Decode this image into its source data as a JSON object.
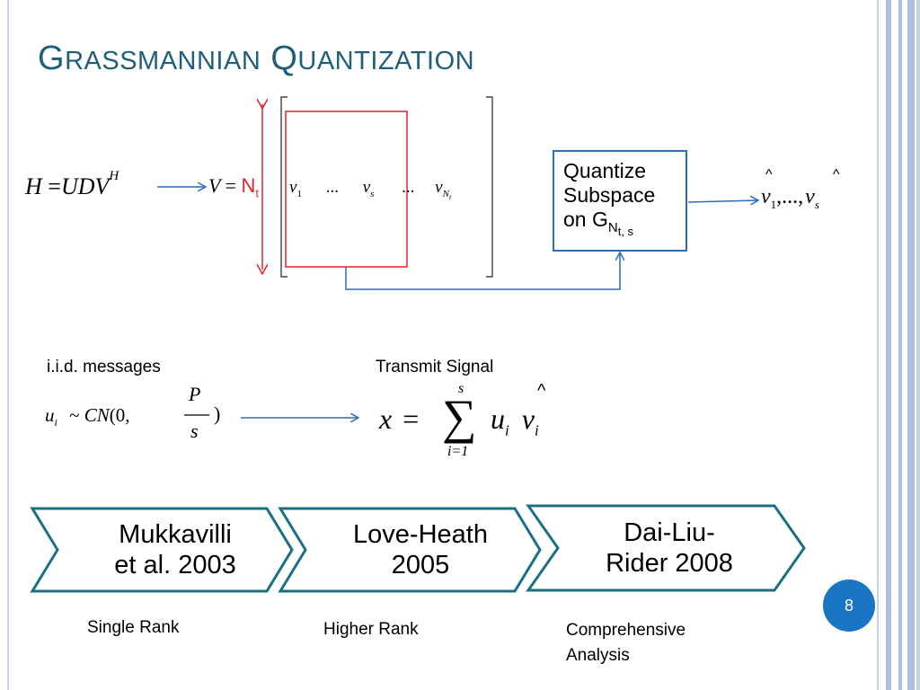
{
  "title": {
    "first_initial": "G",
    "first_rest": "rassmannian",
    "second_initial": "Q",
    "second_rest": "uantization"
  },
  "equations": {
    "channel": {
      "lhs": "H",
      "eq": "=",
      "rhs": "UDV",
      "sup": "H"
    },
    "v_def": {
      "v": "V",
      "eq": "=",
      "n": "N",
      "n_sub": "t"
    },
    "matrix": {
      "v1": "v",
      "v1_sub": "1",
      "dots1": "...",
      "vs": "v",
      "vs_sub": "s",
      "dots2": "...",
      "vnt": "v",
      "vnt_sub": "N",
      "vnt_subsub": "t"
    },
    "output": {
      "hat": "^",
      "v": "v",
      "sub1": "1",
      "mid": ",...,",
      "subs": "s"
    },
    "iid": {
      "u": "u",
      "u_sub": "i",
      "tilde": "~",
      "cn": "CN",
      "args": "(0,",
      "num": "P",
      "den": "s",
      "close": ")"
    },
    "transmit": {
      "x": "x",
      "eq": "=",
      "top": "s",
      "sigma": "∑",
      "bottom": "i=1",
      "u": "u",
      "u_sub": "i",
      "hat": "^",
      "v": "v",
      "v_sub": "i"
    }
  },
  "quantize_box": {
    "line1": "Quantize",
    "line2": "Subspace",
    "line3": "on G",
    "line3_sub": "N",
    "line3_subsub": "t, s"
  },
  "labels": {
    "iid": "i.i.d. messages",
    "transmit": "Transmit Signal"
  },
  "timeline": [
    {
      "line1": "Mukkavilli",
      "line2": "et al. 2003",
      "caption": "Single Rank"
    },
    {
      "line1": "Love-Heath",
      "line2": "2005",
      "caption": "Higher Rank"
    },
    {
      "line1": "Dai-Liu-",
      "line2": "Rider 2008",
      "caption_line1": "Comprehensive",
      "caption_line2": "Analysis"
    }
  ],
  "page_number": "8",
  "colors": {
    "title": "#1f5f7a",
    "arrow": "#2e6bb8",
    "red": "#e0242a",
    "chevron": "#1d6f83",
    "badge": "#1a75c4",
    "frame": "#9fb6d8"
  }
}
